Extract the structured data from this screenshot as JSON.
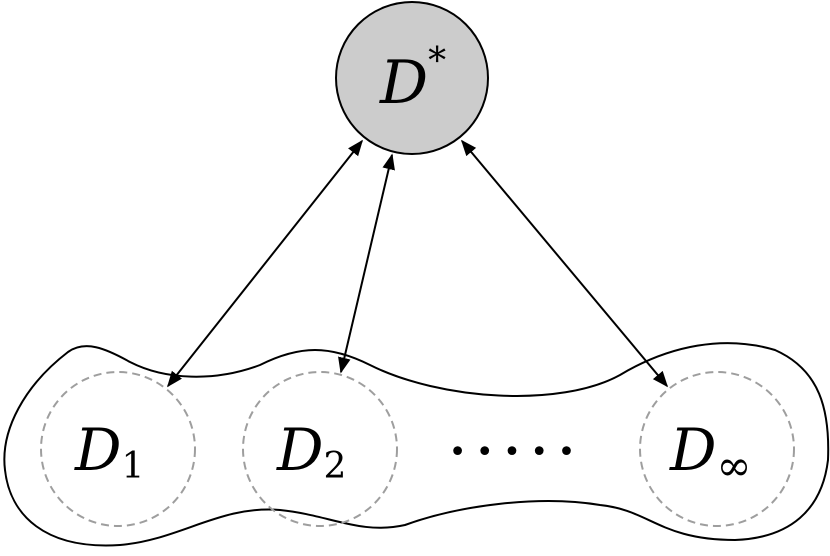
{
  "diagram": {
    "top_node": {
      "letter": "D",
      "superscript": "*",
      "fill_color": "#cccccc"
    },
    "bottom_nodes": [
      {
        "letter": "D",
        "subscript": "1"
      },
      {
        "letter": "D",
        "subscript": "2"
      },
      {
        "letter": "D",
        "subscript": "∞"
      }
    ],
    "ellipsis": "• • • • •",
    "dashed_circle_color": "#9e9e9e",
    "line_color": "#000000"
  }
}
